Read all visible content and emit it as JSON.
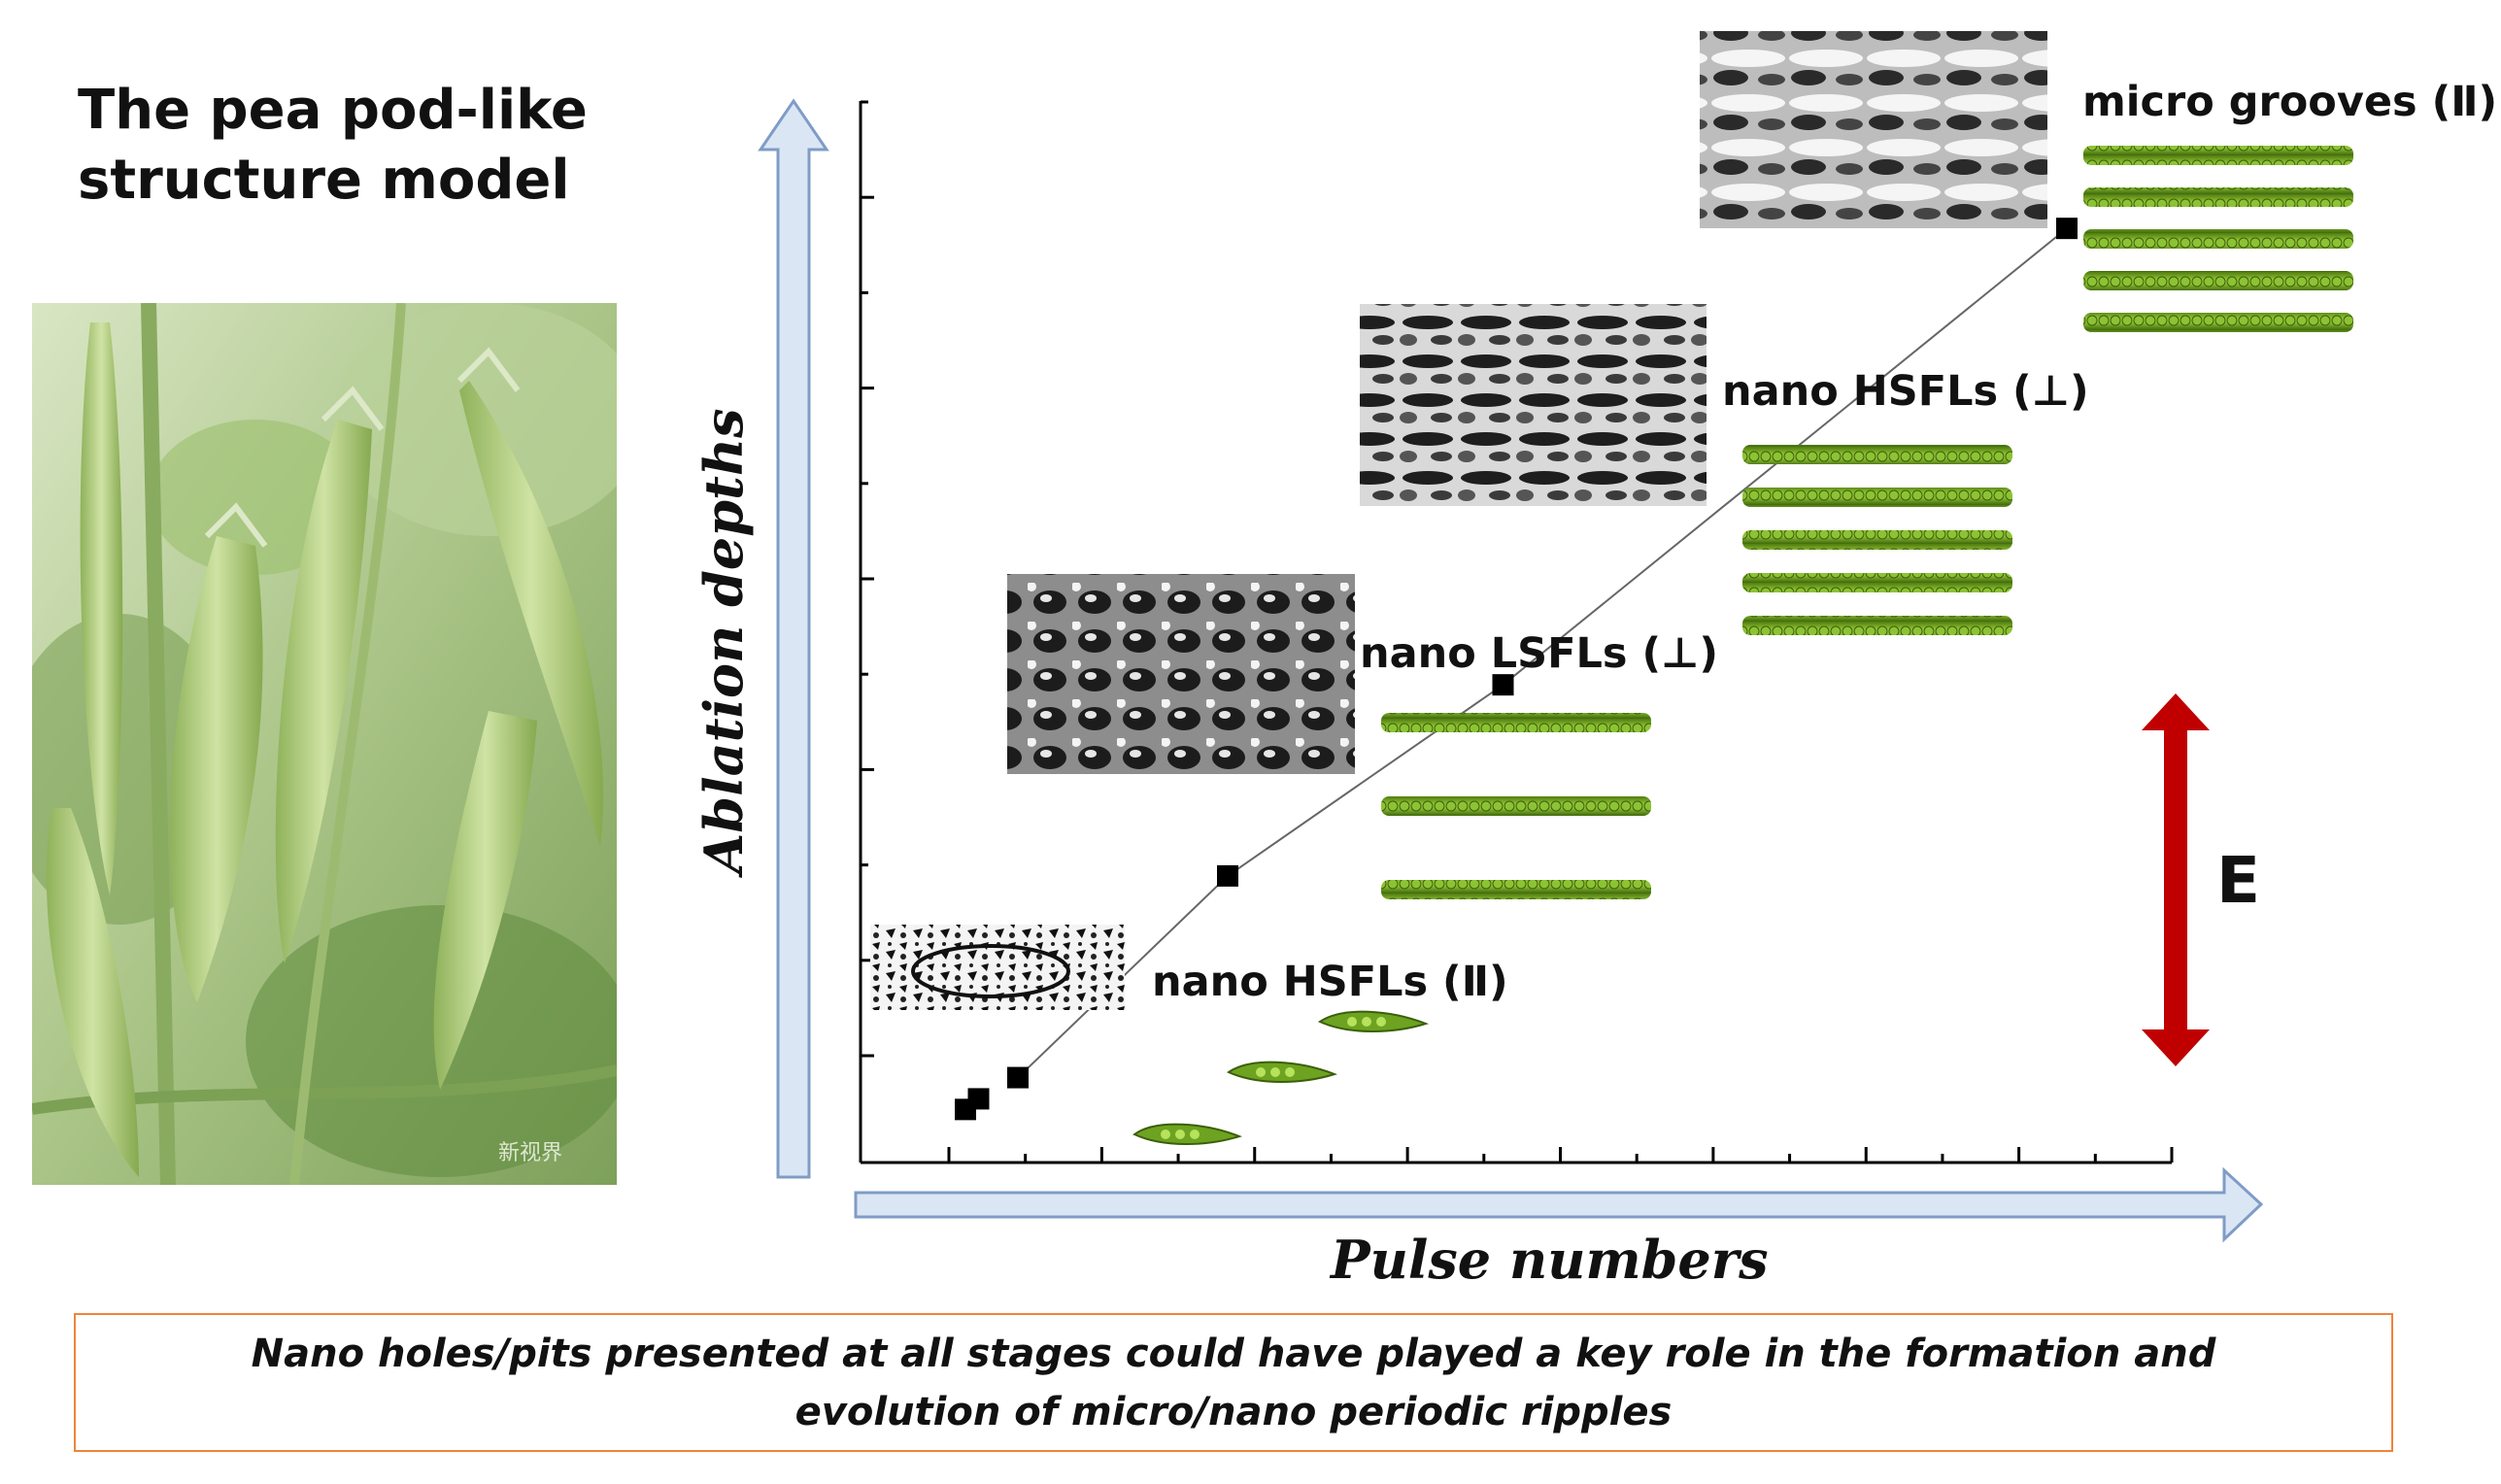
{
  "figure": {
    "title": "The pea pod-like structure model",
    "photo_watermark": "新视界",
    "conclusion": "Nano holes/pits presented at all stages could have played a key role in the formation and evolution of micro/nano periodic ripples",
    "field_direction_label": "E"
  },
  "chart_data": {
    "type": "line",
    "xlabel": "Pulse numbers",
    "ylabel": "Ablation depths",
    "x_ticks_major": 8,
    "y_ticks_major": 5,
    "tick_labels_shown": false,
    "points_relative": [
      {
        "x": 0.08,
        "y": 0.05
      },
      {
        "x": 0.09,
        "y": 0.06
      },
      {
        "x": 0.12,
        "y": 0.08
      },
      {
        "x": 0.28,
        "y": 0.27
      },
      {
        "x": 0.49,
        "y": 0.45
      },
      {
        "x": 0.92,
        "y": 0.88
      }
    ],
    "stages": [
      {
        "label": "nano HSFLs (Ⅱ)",
        "pattern": "pea pods"
      },
      {
        "label": "nano LSFLs (⊥)",
        "pattern": "3 pea rows"
      },
      {
        "label": "nano HSFLs (⊥)",
        "pattern": "5 pea rows"
      },
      {
        "label": "micro grooves (Ⅱ)",
        "pattern": "5 pea rows"
      }
    ]
  },
  "colors": {
    "axis_arrow_fill": "#dbe6f5",
    "axis_arrow_stroke": "#7f9cc6",
    "e_arrow": "#c00000",
    "conclusion_border": "#f0843a",
    "pea_green": "#7ab51d"
  }
}
